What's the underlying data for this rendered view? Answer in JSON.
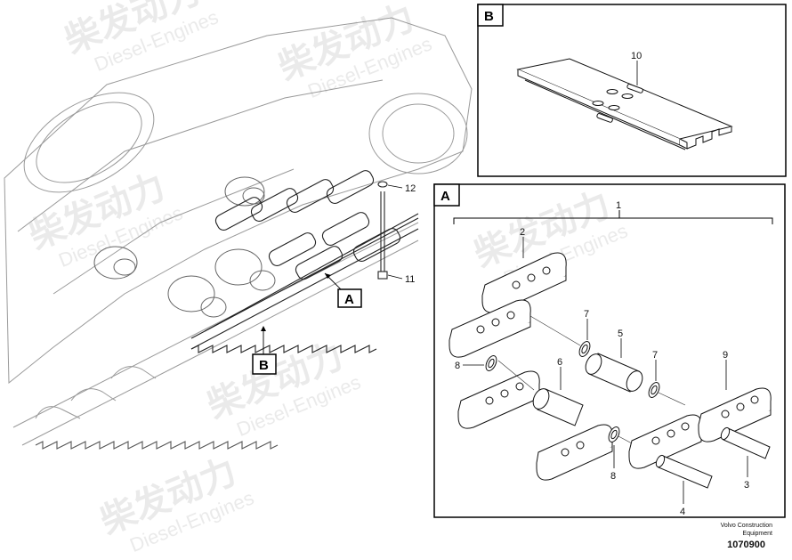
{
  "watermark": {
    "cn": "柴发动力",
    "en": "Diesel-Engines"
  },
  "main_view": {
    "callouts": [
      "12",
      "11"
    ],
    "ref_boxes": [
      "A",
      "B"
    ]
  },
  "panel_b": {
    "letter": "B",
    "callout": "10"
  },
  "panel_a": {
    "letter": "A",
    "group_callout": "1",
    "callouts": [
      "2",
      "7",
      "5",
      "7",
      "9",
      "8",
      "6",
      "8",
      "4",
      "3"
    ]
  },
  "footer": {
    "line1": "Volvo Construction",
    "line2": "Equipment",
    "code": "1070900"
  }
}
